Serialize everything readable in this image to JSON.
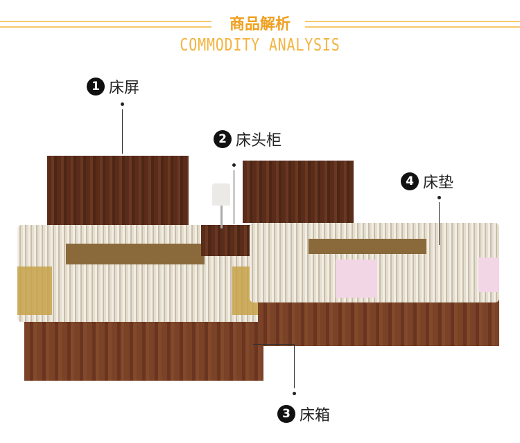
{
  "header": {
    "title_cn": "商品解析",
    "title_en": "COMMODITY ANALYSIS"
  },
  "callouts": [
    {
      "num": "1",
      "label": "床屏"
    },
    {
      "num": "2",
      "label": "床头柜"
    },
    {
      "num": "3",
      "label": "床箱"
    },
    {
      "num": "4",
      "label": "床垫"
    }
  ],
  "colors": {
    "accent": "#f0a020",
    "wood": "#5a2c1a"
  }
}
